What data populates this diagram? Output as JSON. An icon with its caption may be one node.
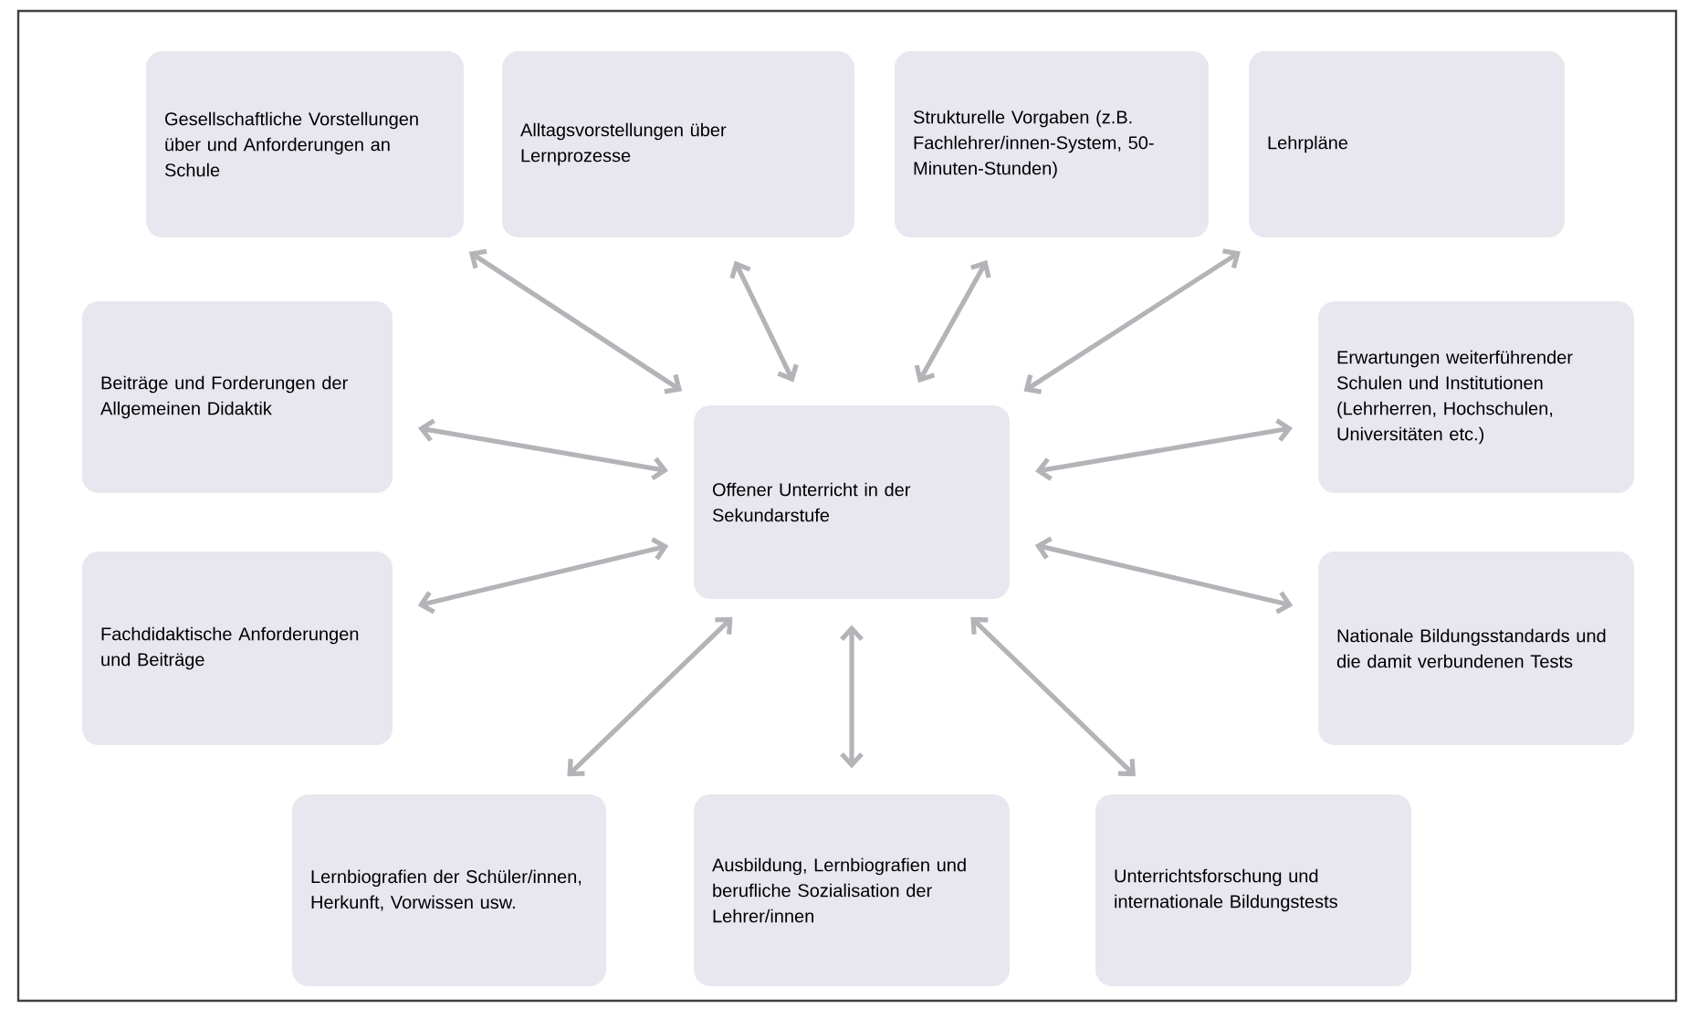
{
  "diagram": {
    "nodes": [
      {
        "text": [
          "Offener Unterricht in der Sekundarstufe"
        ]
      },
      {
        "text": [
          "Gesellschaftliche Vorstellungen über und Anforderungen an Schule"
        ]
      },
      {
        "text": [
          "Alltagsvorstellungen über Lernprozesse"
        ]
      },
      {
        "text": [
          "Strukturelle Vorgaben (z.B. Fachlehrer/innen-System, 50-Minuten-Stunden)"
        ]
      },
      {
        "text": [
          "Lehrpläne"
        ]
      },
      {
        "text": [
          "Beiträge und Forderungen der Allgemeinen Didaktik"
        ]
      },
      {
        "text": [
          "Fachdidaktische Anforderungen und Beiträge"
        ]
      },
      {
        "text": [
          "Erwartungen weiterführender Schulen und Institutionen (Lehrherren, Hochschulen, Universitäten etc.)"
        ]
      },
      {
        "text": [
          "Nationale Bildungsstandards und die damit verbundenen Tests"
        ]
      },
      {
        "text": [
          "Lernbiografien der Schüler/innen, Herkunft, Vorwissen usw."
        ]
      },
      {
        "text": [
          "Ausbildung, Lernbiografien und berufliche Sozialisation der Lehrer/innen"
        ]
      },
      {
        "text": [
          "Unterrichtsforschung und internationale Bildungstests"
        ]
      }
    ],
    "edges": [
      {
        "from": 0,
        "to": 1,
        "arrow": "both"
      },
      {
        "from": 0,
        "to": 2,
        "arrow": "both"
      },
      {
        "from": 0,
        "to": 3,
        "arrow": "both"
      },
      {
        "from": 0,
        "to": 4,
        "arrow": "both"
      },
      {
        "from": 0,
        "to": 5,
        "arrow": "both"
      },
      {
        "from": 0,
        "to": 6,
        "arrow": "both"
      },
      {
        "from": 0,
        "to": 7,
        "arrow": "both"
      },
      {
        "from": 0,
        "to": 8,
        "arrow": "both"
      },
      {
        "from": 0,
        "to": 9,
        "arrow": "both"
      },
      {
        "from": 0,
        "to": 10,
        "arrow": "both"
      },
      {
        "from": 0,
        "to": 11,
        "arrow": "both"
      }
    ]
  }
}
